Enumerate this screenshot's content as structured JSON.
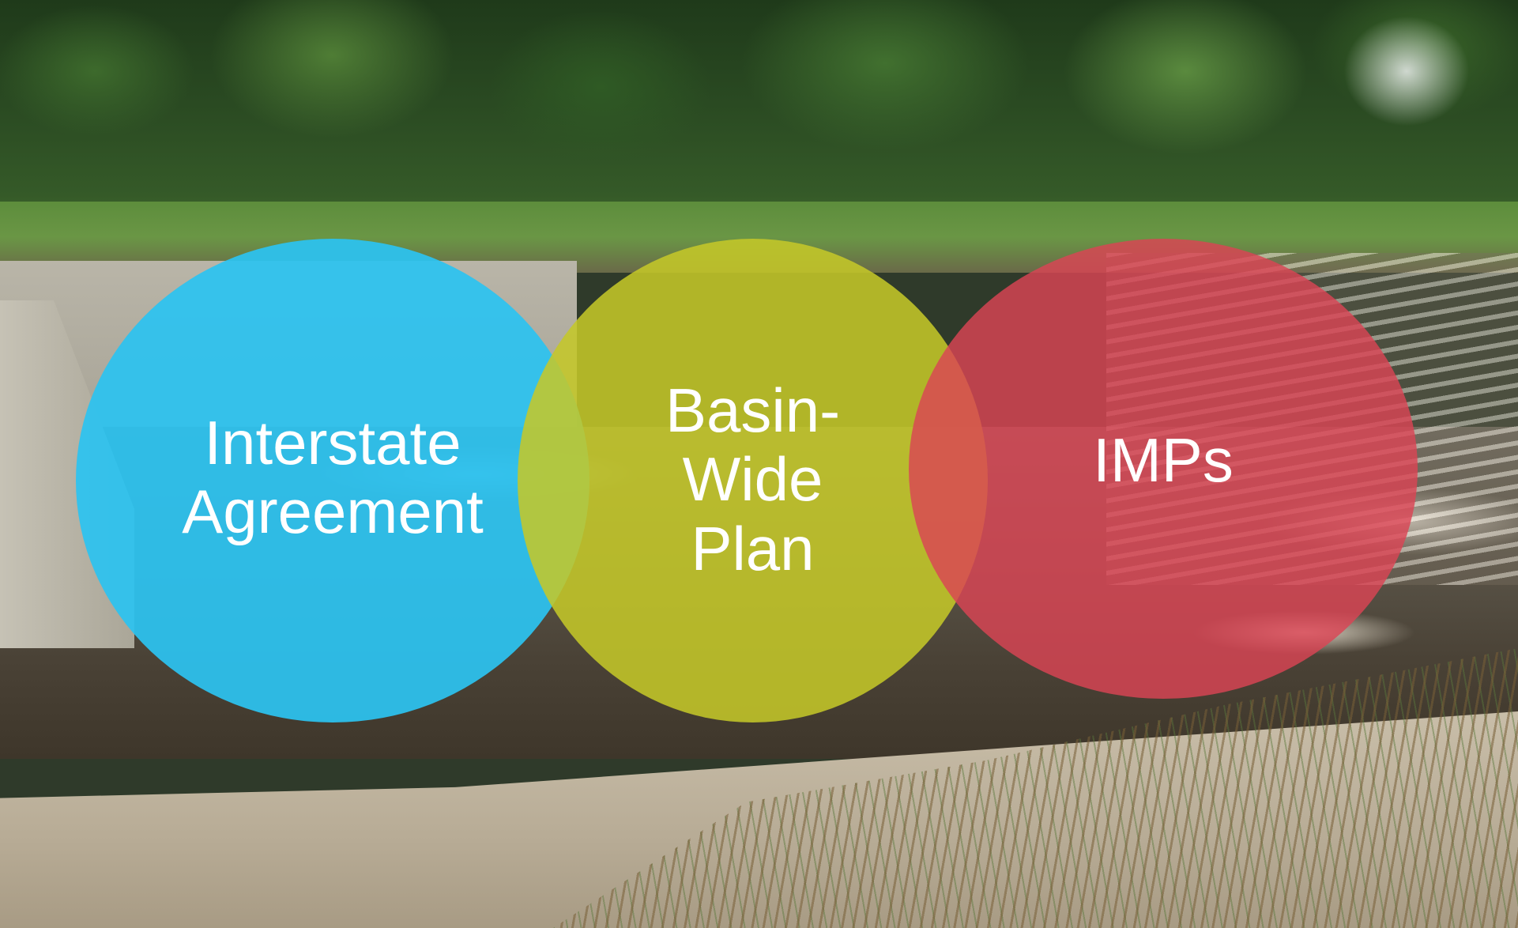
{
  "diagram": {
    "type": "venn",
    "circles": [
      {
        "id": "interstate-agreement",
        "lines": [
          "Interstate",
          "Agreement"
        ],
        "color": "#2CC3F0"
      },
      {
        "id": "basin-wide-plan",
        "lines": [
          "Basin-",
          "Wide",
          "Plan"
        ],
        "color": "#C4C828"
      },
      {
        "id": "imps",
        "lines": [
          "IMPs"
        ],
        "color": "#DA4454"
      }
    ]
  }
}
